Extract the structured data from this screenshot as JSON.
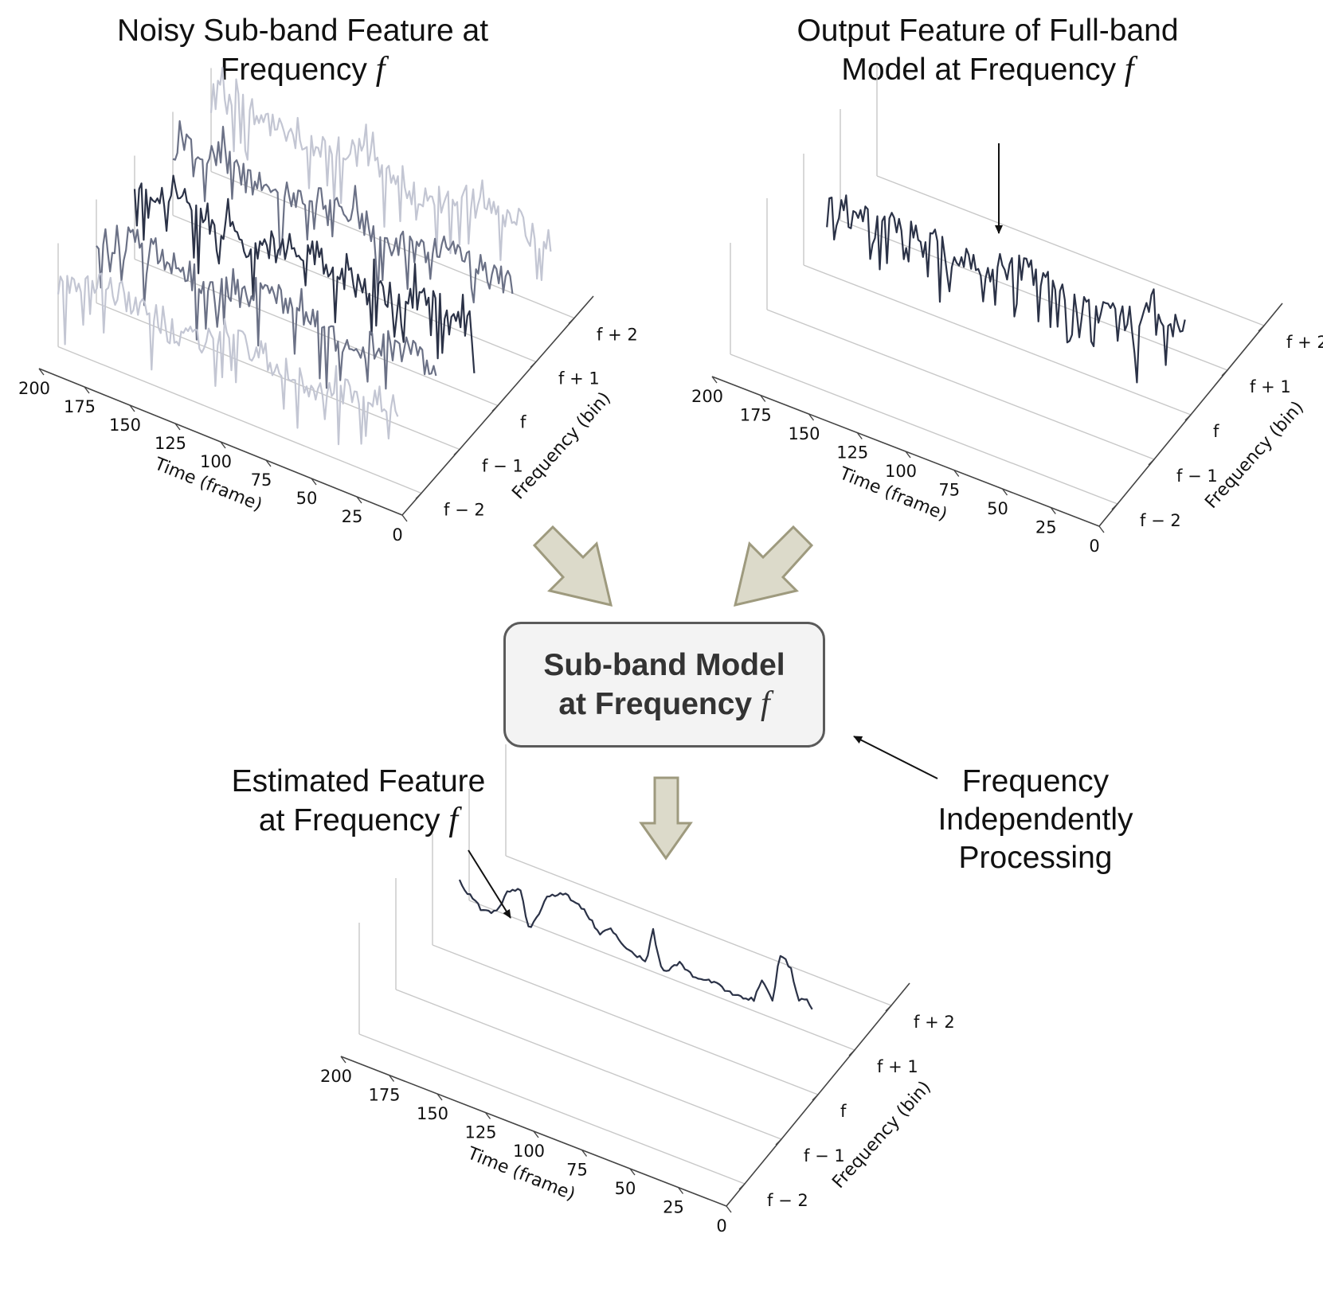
{
  "titles": {
    "noisy": {
      "line1": "Noisy Sub-band Feature at",
      "line2_prefix": "Frequency",
      "symbol": "f"
    },
    "fullband": {
      "line1": "Output Feature of Full-band",
      "line2_prefix": "Model at Frequency",
      "symbol": "f"
    },
    "estimated": {
      "line1": "Estimated Feature",
      "line2_prefix": "at Frequency",
      "symbol": "f"
    },
    "processing": {
      "line1": "Frequency",
      "line2": "Independently",
      "line3": "Processing"
    }
  },
  "model_box": {
    "line1": "Sub-band Model",
    "line2_prefix": "at Frequency",
    "symbol": "f"
  },
  "colors": {
    "series_dark": "#2b3247",
    "series_mid": "#6b7186",
    "series_light": "#c3c6d3",
    "axis": "#444444",
    "grid": "#c8c8c8",
    "block_arrow_fill": "#dcdaca",
    "block_arrow_stroke": "#9e9a7e",
    "box_fill": "#f3f3f3",
    "box_stroke": "#5a5a5a"
  },
  "chart_data": [
    {
      "type": "line",
      "id": "noisy",
      "projection": "3d",
      "xlabel": "Time (frame)",
      "ylabel": "Frequency (bin)",
      "x_ticks": [
        "200",
        "175",
        "150",
        "125",
        "100",
        "75",
        "50",
        "25",
        "0"
      ],
      "y_ticks": [
        "f − 2",
        "f − 1",
        "f",
        "f + 1",
        "f + 2"
      ],
      "xlim": [
        0,
        200
      ],
      "series": [
        {
          "bin": "f − 2",
          "tone": "light",
          "amplitude": "noisy"
        },
        {
          "bin": "f − 1",
          "tone": "mid",
          "amplitude": "noisy"
        },
        {
          "bin": "f",
          "tone": "dark",
          "amplitude": "noisy"
        },
        {
          "bin": "f + 1",
          "tone": "mid",
          "amplitude": "noisy"
        },
        {
          "bin": "f + 2",
          "tone": "light",
          "amplitude": "noisy"
        }
      ]
    },
    {
      "type": "line",
      "id": "fullband",
      "projection": "3d",
      "xlabel": "Time (frame)",
      "ylabel": "Frequency (bin)",
      "x_ticks": [
        "200",
        "175",
        "150",
        "125",
        "100",
        "75",
        "50",
        "25",
        "0"
      ],
      "y_ticks": [
        "f − 2",
        "f − 1",
        "f",
        "f + 1",
        "f + 2"
      ],
      "xlim": [
        0,
        200
      ],
      "series": [
        {
          "bin": "f",
          "tone": "dark",
          "amplitude": "noisy"
        }
      ]
    },
    {
      "type": "line",
      "id": "estimated",
      "projection": "3d",
      "xlabel": "Time (frame)",
      "ylabel": "Frequency (bin)",
      "x_ticks": [
        "200",
        "175",
        "150",
        "125",
        "100",
        "75",
        "50",
        "25",
        "0"
      ],
      "y_ticks": [
        "f − 2",
        "f − 1",
        "f",
        "f + 1",
        "f + 2"
      ],
      "xlim": [
        0,
        200
      ],
      "series": [
        {
          "bin": "f",
          "tone": "dark",
          "amplitude": "smooth"
        }
      ]
    }
  ]
}
